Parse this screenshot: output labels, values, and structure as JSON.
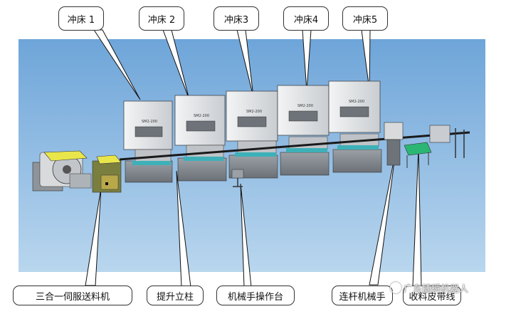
{
  "callouts_top": [
    "冲床 1",
    "冲床 2",
    "冲床3",
    "冲床4",
    "冲床5"
  ],
  "press_plates": [
    "SM2-200",
    "SM2-200",
    "SM2-200",
    "SM2-200",
    "SM2-200"
  ],
  "callouts_bottom": {
    "feeder": "三合一伺服送料机",
    "column": "提升立柱",
    "console": "机械手操作台",
    "robot": "连杆机械手",
    "conveyor": "收料皮带线"
  },
  "watermark": "广东捷瞬机器人",
  "colors": {
    "sky": "#7fb0dd",
    "press": "#e4e6e8",
    "conveyor": "#2bb673",
    "feeder_yellow": "#e8e64a"
  }
}
